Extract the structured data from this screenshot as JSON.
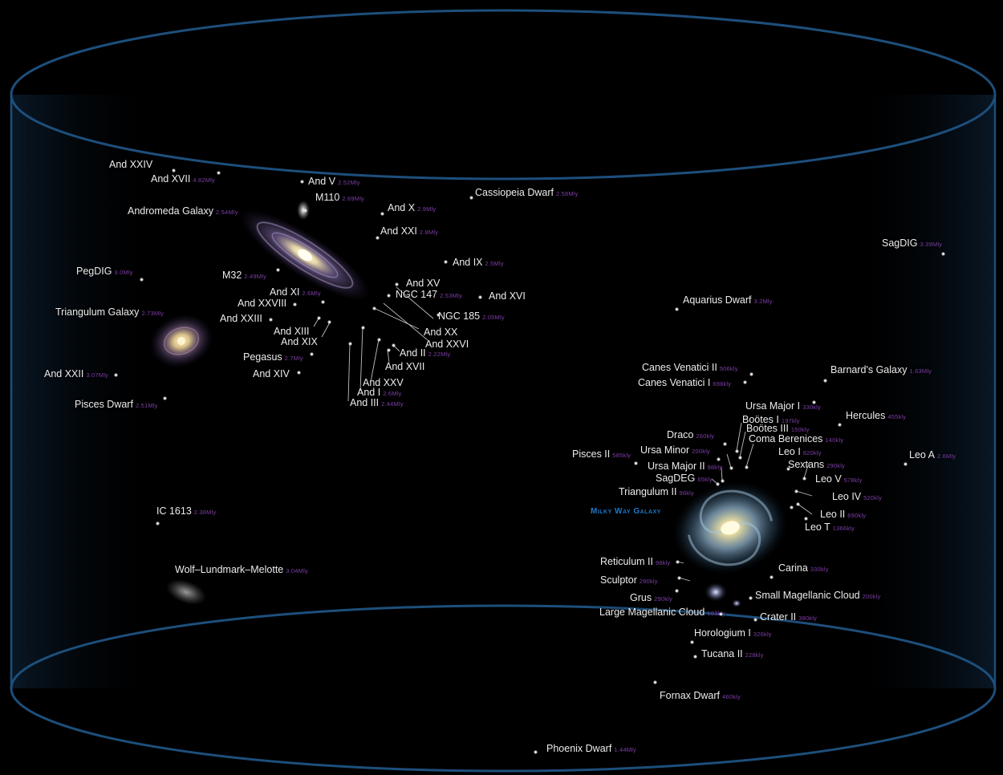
{
  "colors": {
    "frame": "#1d4f7c",
    "label": "#ececec",
    "distance": "#7d3fa8",
    "milky_way_label": "#1c78c8",
    "background": "#000000"
  },
  "milky_way": {
    "label": "Milky Way Galaxy"
  },
  "galaxies": [
    {
      "name": "And XXIV",
      "distance": ""
    },
    {
      "name": "And XVII",
      "distance": "4.82Mly"
    },
    {
      "name": "And V",
      "distance": "2.52Mly"
    },
    {
      "name": "M110",
      "distance": "2.69Mly"
    },
    {
      "name": "Andromeda Galaxy",
      "distance": "2.54Mly"
    },
    {
      "name": "Cassiopeia Dwarf",
      "distance": "2.58Mly"
    },
    {
      "name": "And X",
      "distance": "2.9Mly"
    },
    {
      "name": "And XXI",
      "distance": "2.8Mly"
    },
    {
      "name": "And IX",
      "distance": "2.5Mly"
    },
    {
      "name": "PegDIG",
      "distance": "3.0Mly"
    },
    {
      "name": "M32",
      "distance": "2.49Mly"
    },
    {
      "name": "And XV",
      "distance": ""
    },
    {
      "name": "NGC 147",
      "distance": "2.53Mly"
    },
    {
      "name": "And XVI",
      "distance": ""
    },
    {
      "name": "And XI",
      "distance": "2.6Mly"
    },
    {
      "name": "And XXVIII",
      "distance": ""
    },
    {
      "name": "Triangulum Galaxy",
      "distance": "2.73Mly"
    },
    {
      "name": "NGC 185",
      "distance": "2.05Mly"
    },
    {
      "name": "And XXIII",
      "distance": ""
    },
    {
      "name": "And XIII",
      "distance": ""
    },
    {
      "name": "And XX",
      "distance": ""
    },
    {
      "name": "And XIX",
      "distance": ""
    },
    {
      "name": "And XXVI",
      "distance": ""
    },
    {
      "name": "And II",
      "distance": "2.22Mly"
    },
    {
      "name": "Pegasus",
      "distance": "2.7Mly"
    },
    {
      "name": "And XVII",
      "distance": ""
    },
    {
      "name": "And XIV",
      "distance": ""
    },
    {
      "name": "And XXII",
      "distance": "3.07Mly"
    },
    {
      "name": "And XXV",
      "distance": ""
    },
    {
      "name": "And I",
      "distance": "2.6Mly"
    },
    {
      "name": "And III",
      "distance": "2.44Mly"
    },
    {
      "name": "Pisces Dwarf",
      "distance": "2.51Mly"
    },
    {
      "name": "SagDIG",
      "distance": "3.39Mly"
    },
    {
      "name": "Aquarius Dwarf",
      "distance": "3.2Mly"
    },
    {
      "name": "Canes Venatici II",
      "distance": "506kly"
    },
    {
      "name": "Barnard's Galaxy",
      "distance": "1.63Mly"
    },
    {
      "name": "Canes Venatici I",
      "distance": "698kly"
    },
    {
      "name": "Ursa Major I",
      "distance": "330kly"
    },
    {
      "name": "Hercules",
      "distance": "455kly"
    },
    {
      "name": "Boötes I",
      "distance": "197kly"
    },
    {
      "name": "Boötes III",
      "distance": "150kly"
    },
    {
      "name": "Coma Berenices",
      "distance": "140kly"
    },
    {
      "name": "Draco",
      "distance": "260kly"
    },
    {
      "name": "Ursa Minor",
      "distance": "200kly"
    },
    {
      "name": "Leo I",
      "distance": "820kly"
    },
    {
      "name": "Leo A",
      "distance": "2.6Mly"
    },
    {
      "name": "Pisces II",
      "distance": "585kly"
    },
    {
      "name": "Sextans",
      "distance": "290kly"
    },
    {
      "name": "Ursa Major II",
      "distance": "98kly"
    },
    {
      "name": "SagDEG",
      "distance": "65kly"
    },
    {
      "name": "Leo V",
      "distance": "578kly"
    },
    {
      "name": "Triangulum II",
      "distance": "98kly"
    },
    {
      "name": "Leo IV",
      "distance": "520kly"
    },
    {
      "name": "Leo II",
      "distance": "690kly"
    },
    {
      "name": "Leo T",
      "distance": "1366kly"
    },
    {
      "name": "IC 1613",
      "distance": "2.38Mly"
    },
    {
      "name": "Wolf–Lundmark–Melotte",
      "distance": "3.04Mly"
    },
    {
      "name": "Reticulum II",
      "distance": "98kly"
    },
    {
      "name": "Carina",
      "distance": "330kly"
    },
    {
      "name": "Sculptor",
      "distance": "290kly"
    },
    {
      "name": "Grus",
      "distance": "290kly"
    },
    {
      "name": "Small Magellanic Cloud",
      "distance": "200kly"
    },
    {
      "name": "Large Magellanic Cloud",
      "distance": "163kly"
    },
    {
      "name": "Crater II",
      "distance": "380kly"
    },
    {
      "name": "Horologium I",
      "distance": "326kly"
    },
    {
      "name": "Tucana II",
      "distance": "228kly"
    },
    {
      "name": "Fornax Dwarf",
      "distance": "460kly"
    },
    {
      "name": "Phoenix Dwarf",
      "distance": "1.44Mly"
    }
  ]
}
